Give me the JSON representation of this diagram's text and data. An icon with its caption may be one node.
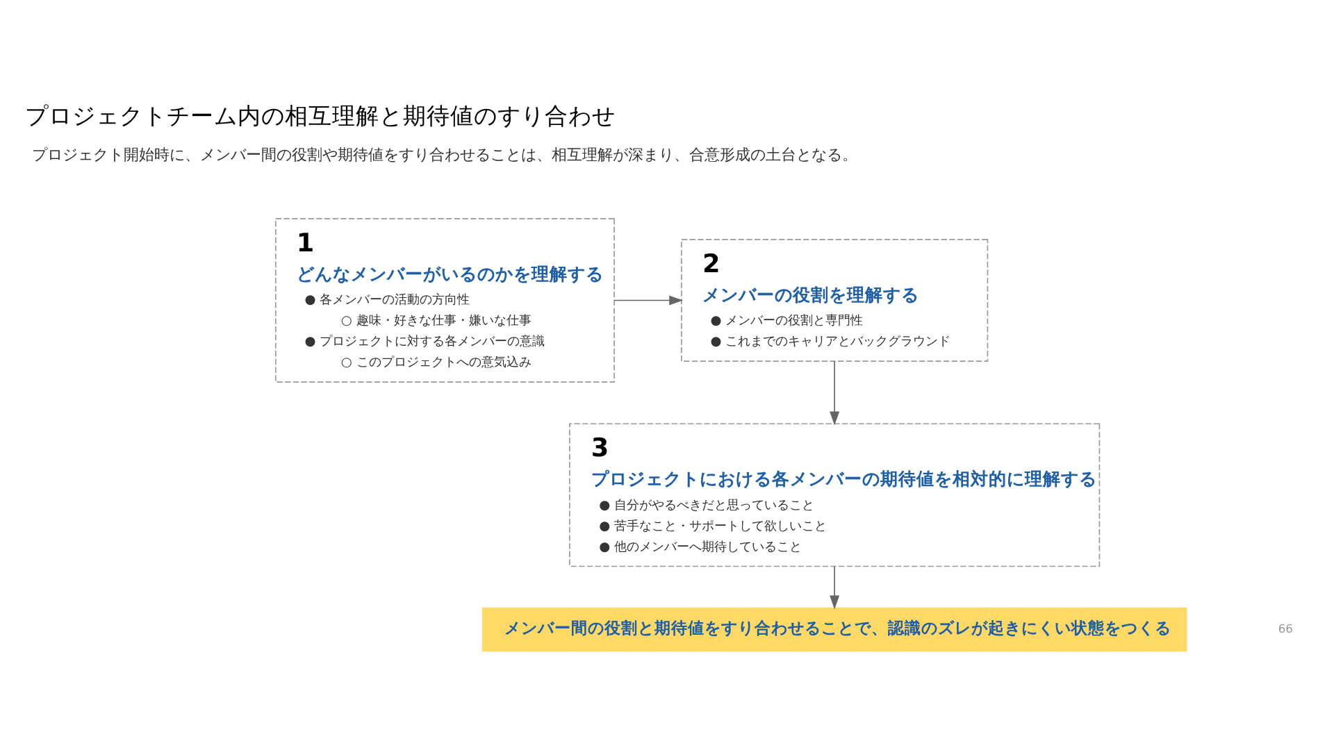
{
  "diagram": {
    "title": "プロジェクトチーム内の相互理解と期待値のすり合わせ",
    "nodes": [
      {
        "text": [
          "1",
          "どんなメンバーがいるのかを理解する",
          "● 各メンバーの活動の方向性",
          "○ 趣味・好きな仕事・嫌いな仕事",
          "● プロジェクトに対する各メンバーの意識",
          "○ このプロジェクトへの意気込み"
        ]
      },
      {
        "text": [
          "2",
          "メンバーの役割を理解する",
          "● メンバーの役割と専門性",
          "● これまでのキャリアとバックグラウンド"
        ]
      },
      {
        "text": [
          "3",
          "プロジェクトにおける各メンバーの期待値を相対的に理解する",
          "● 自分がやるべきだと思っていること",
          "● 苦手なこと・サポートして欲しいこと",
          "● 他のメンバーへ期待していること"
        ]
      },
      {
        "text": [
          "メンバー間の役割と期待値をすり合わせることで、認識のズレが起きにくい状態をつくる"
        ]
      }
    ],
    "edges": [
      {
        "from": 0,
        "to": 1,
        "arrow": "to"
      },
      {
        "from": 1,
        "to": 2,
        "arrow": "to"
      },
      {
        "from": 2,
        "to": 3,
        "arrow": "to"
      }
    ],
    "labels": [
      "プロジェクト開始時に、メンバー間の役割や期待値をすり合わせることは、相互理解が深まり、合意形成の土台となる。",
      "66"
    ]
  }
}
